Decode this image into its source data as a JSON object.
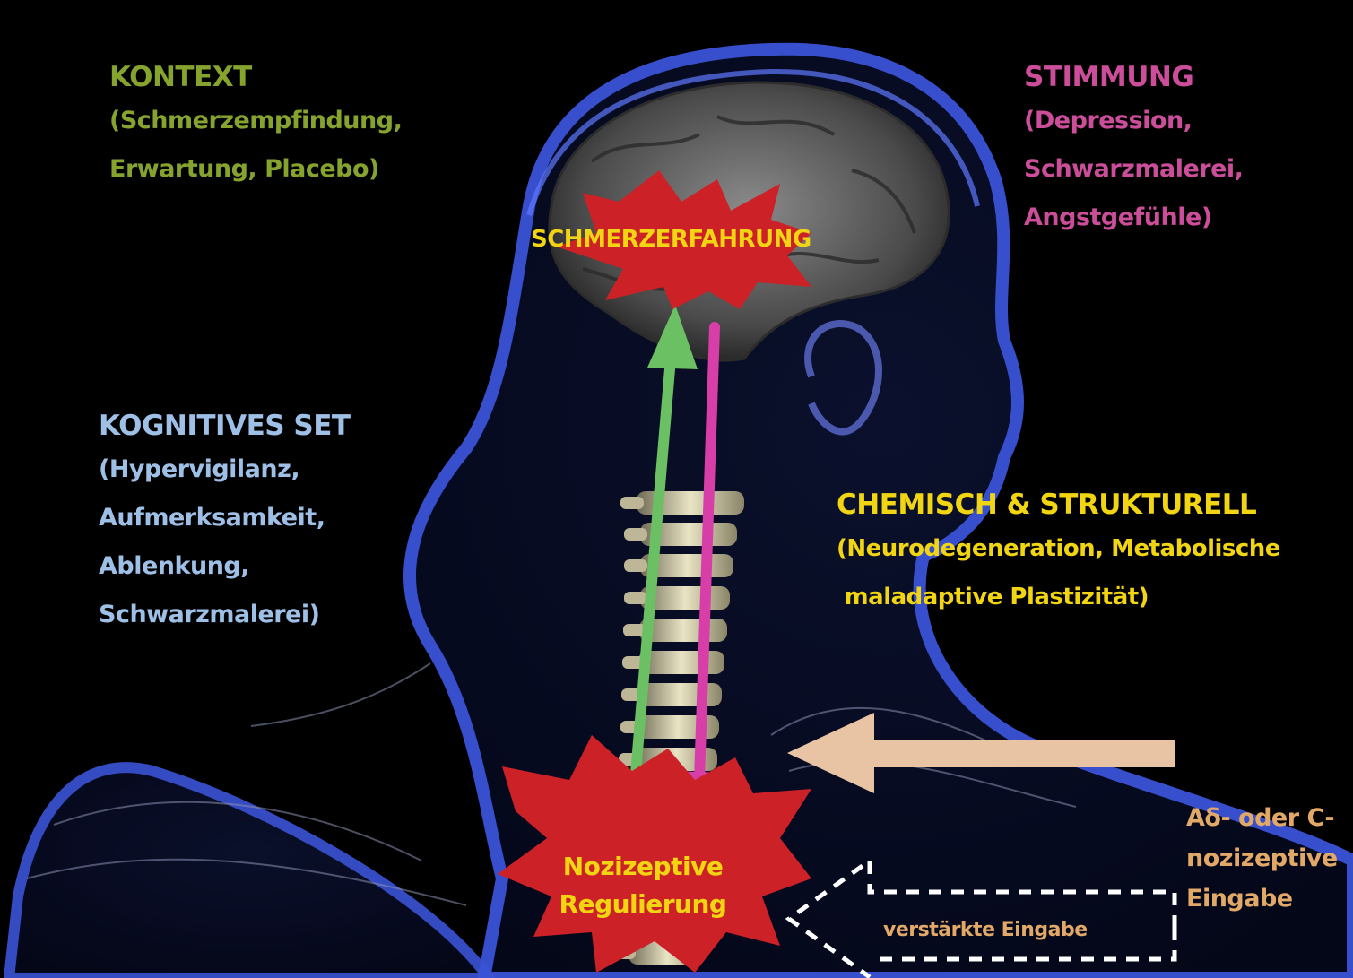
{
  "colors": {
    "background": "#000000",
    "silhouette": "#3b54d8",
    "context": "#86a32e",
    "mood": "#cc4e9a",
    "cognitive": "#9ec0e6",
    "chemical": "#f2d512",
    "star": "#cc2127",
    "star_text": "#f2d512",
    "arrow_up": "#6cc064",
    "arrow_down": "#d83ea8",
    "input_arrow": "#e8c3a4",
    "input_text": "#e2a868",
    "dashed": "#ffffff"
  },
  "labels": {
    "context": {
      "title": "KONTEXT",
      "lines": [
        "(Schmerzempfindung,",
        "Erwartung, Placebo)"
      ]
    },
    "mood": {
      "title": "STIMMUNG",
      "lines": [
        "(Depression,",
        "Schwarzmalerei,",
        "Angstgefühle)"
      ]
    },
    "cognitive": {
      "title": "KOGNITIVES SET",
      "lines": [
        "(Hypervigilanz,",
        "Aufmerksamkeit,",
        "Ablenkung,",
        "Schwarzmalerei)"
      ]
    },
    "chemical": {
      "title": "CHEMISCH & STRUKTURELL",
      "lines": [
        "(Neurodegeneration, Metabolische",
        " maladaptive Plastizität)"
      ]
    }
  },
  "nodes": {
    "pain_experience": "SCHMERZERFAHRUNG",
    "nociceptive_regulation": [
      "Nozizeptive",
      "Regulierung"
    ]
  },
  "input": {
    "label": [
      "Aδ- oder C-",
      "nozizeptive",
      "Eingabe"
    ],
    "amplified": "verstärkte Eingabe"
  }
}
